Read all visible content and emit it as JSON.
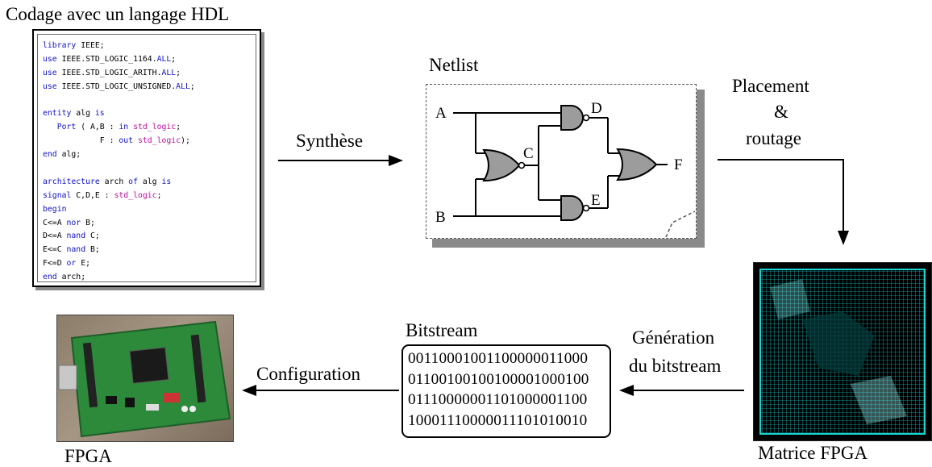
{
  "labels": {
    "hdl_title": "Codage avec un langage HDL",
    "netlist_title": "Netlist",
    "synthesis": "Synthèse",
    "placement_1": "Placement",
    "placement_2": "&",
    "placement_3": "routage",
    "matrix": "Matrice FPGA",
    "generation_1": "Génération",
    "generation_2": "du bitstream",
    "bitstream_title": "Bitstream",
    "configuration": "Configuration",
    "fpga": "FPGA"
  },
  "code": [
    [
      [
        "kw",
        "library"
      ],
      [
        "tx",
        " IEEE;"
      ]
    ],
    [
      [
        "kw",
        "use"
      ],
      [
        "tx",
        " IEEE.STD_LOGIC_1164."
      ],
      [
        "kw",
        "ALL"
      ],
      [
        "tx",
        ";"
      ]
    ],
    [
      [
        "kw",
        "use"
      ],
      [
        "tx",
        " IEEE.STD_LOGIC_ARITH."
      ],
      [
        "kw",
        "ALL"
      ],
      [
        "tx",
        ";"
      ]
    ],
    [
      [
        "kw",
        "use"
      ],
      [
        "tx",
        " IEEE.STD_LOGIC_UNSIGNED."
      ],
      [
        "kw",
        "ALL"
      ],
      [
        "tx",
        ";"
      ]
    ],
    [
      [
        "tx",
        ""
      ]
    ],
    [
      [
        "kw",
        "entity"
      ],
      [
        "tx",
        " alg "
      ],
      [
        "kw",
        "is"
      ]
    ],
    [
      [
        "tx",
        "   "
      ],
      [
        "kw",
        "Port"
      ],
      [
        "tx",
        " ( A,B : "
      ],
      [
        "kw",
        "in"
      ],
      [
        "tx",
        " "
      ],
      [
        "ty",
        "std_logic"
      ],
      [
        "tx",
        ";"
      ]
    ],
    [
      [
        "tx",
        "            F : "
      ],
      [
        "kw",
        "out"
      ],
      [
        "tx",
        " "
      ],
      [
        "ty",
        "std_logic"
      ],
      [
        "tx",
        ");"
      ]
    ],
    [
      [
        "kw",
        "end"
      ],
      [
        "tx",
        " alg;"
      ]
    ],
    [
      [
        "tx",
        ""
      ]
    ],
    [
      [
        "kw",
        "architecture"
      ],
      [
        "tx",
        " arch "
      ],
      [
        "kw",
        "of"
      ],
      [
        "tx",
        " alg "
      ],
      [
        "kw",
        "is"
      ]
    ],
    [
      [
        "kw",
        "signal"
      ],
      [
        "tx",
        " C,D,E : "
      ],
      [
        "ty",
        "std_logic"
      ],
      [
        "tx",
        ";"
      ]
    ],
    [
      [
        "kw",
        "begin"
      ]
    ],
    [
      [
        "tx",
        "C<=A "
      ],
      [
        "kw",
        "nor"
      ],
      [
        "tx",
        " B;"
      ]
    ],
    [
      [
        "tx",
        "D<=A "
      ],
      [
        "kw",
        "nand"
      ],
      [
        "tx",
        " C;"
      ]
    ],
    [
      [
        "tx",
        "E<=C "
      ],
      [
        "kw",
        "nand"
      ],
      [
        "tx",
        " B;"
      ]
    ],
    [
      [
        "tx",
        "F<=D "
      ],
      [
        "kw",
        "or"
      ],
      [
        "tx",
        " E;"
      ]
    ],
    [
      [
        "kw",
        "end"
      ],
      [
        "tx",
        " arch;"
      ]
    ]
  ],
  "netlist": {
    "signals": {
      "a": "A",
      "b": "B",
      "c": "C",
      "d": "D",
      "e": "E",
      "f": "F"
    }
  },
  "bitstream": [
    "00110001001100000011000",
    "01100100100100001000100",
    "01110000001101000001100",
    "10001110000011101010010"
  ],
  "colors": {
    "keyword": "#1111cc",
    "type": "#c0109e",
    "gate_fill": "#9c9c9c",
    "matrix_grid": "#19d3d3",
    "board_pcb": "#2c8a3a"
  }
}
